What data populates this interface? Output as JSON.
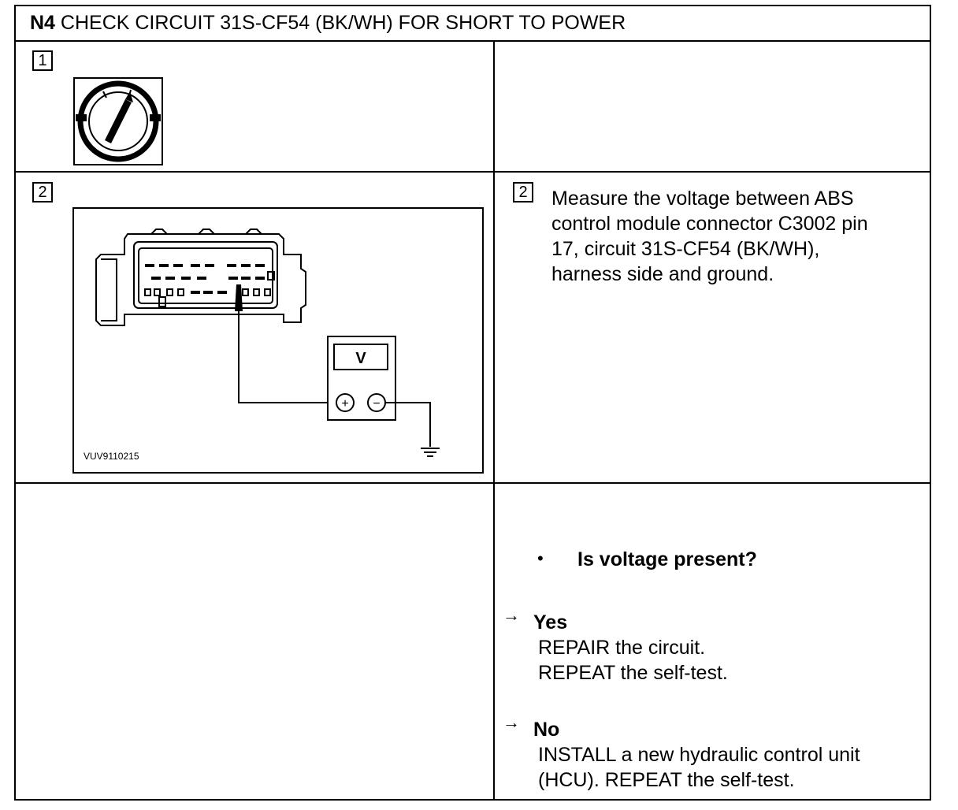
{
  "header": {
    "step_id": "N4",
    "title": "CHECK CIRCUIT 31S-CF54 (BK/WH) FOR SHORT TO POWER"
  },
  "step1": {
    "number": "1"
  },
  "step2": {
    "number": "2",
    "figure_code": "VUV9110215",
    "meter_label": "V",
    "plus": "+",
    "minus": "−",
    "instruction_number": "2",
    "instruction_lines": [
      "Measure the voltage between ABS",
      "control module connector C3002 pin",
      "17, circuit 31S-CF54 (BK/WH),",
      "harness side and ground."
    ]
  },
  "check": {
    "bullet": "•",
    "question": "Is voltage present?",
    "arrow": "→",
    "yes_label": "Yes",
    "yes_lines": [
      "REPAIR the circuit.",
      "REPEAT the self-test."
    ],
    "no_label": "No",
    "no_lines": [
      "INSTALL a new hydraulic control unit",
      "(HCU). REPEAT the self-test."
    ]
  }
}
